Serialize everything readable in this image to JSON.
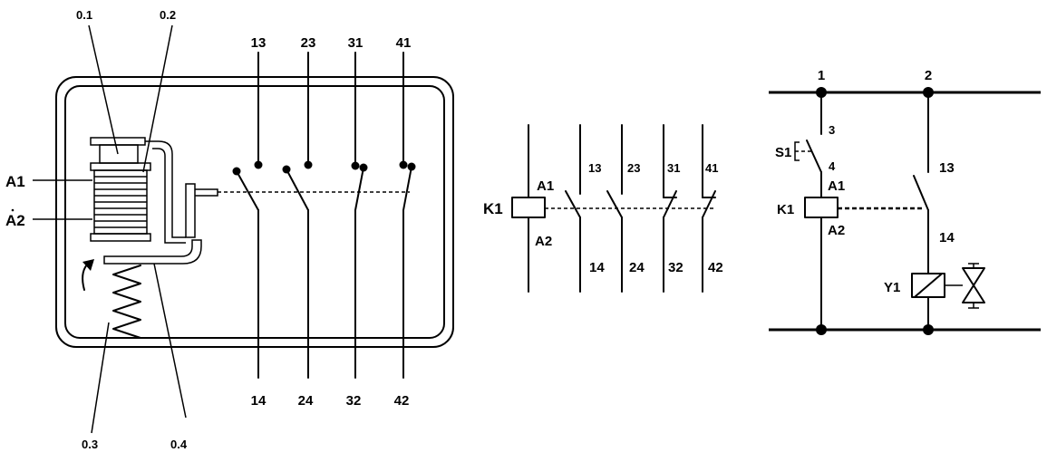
{
  "mechanical": {
    "part_labels": {
      "p01": "0.1",
      "p02": "0.2",
      "p03": "0.3",
      "p04": "0.4"
    },
    "coil_terminals": {
      "a1": "A1",
      "a2": "A2"
    },
    "top_terminals": [
      "13",
      "23",
      "31",
      "41"
    ],
    "bottom_terminals": [
      "14",
      "24",
      "32",
      "42"
    ]
  },
  "schematic": {
    "coil": {
      "name": "K1",
      "a1": "A1",
      "a2": "A2"
    },
    "top_terminals": [
      "13",
      "23",
      "31",
      "41"
    ],
    "bottom_terminals": [
      "14",
      "24",
      "32",
      "42"
    ]
  },
  "circuit": {
    "rails": {
      "left": "1",
      "right": "2"
    },
    "switch": {
      "name": "S1",
      "top": "3",
      "bottom": "4"
    },
    "coil": {
      "name": "K1",
      "a1": "A1",
      "a2": "A2"
    },
    "contact": {
      "top": "13",
      "bottom": "14"
    },
    "valve": {
      "name": "Y1"
    }
  }
}
